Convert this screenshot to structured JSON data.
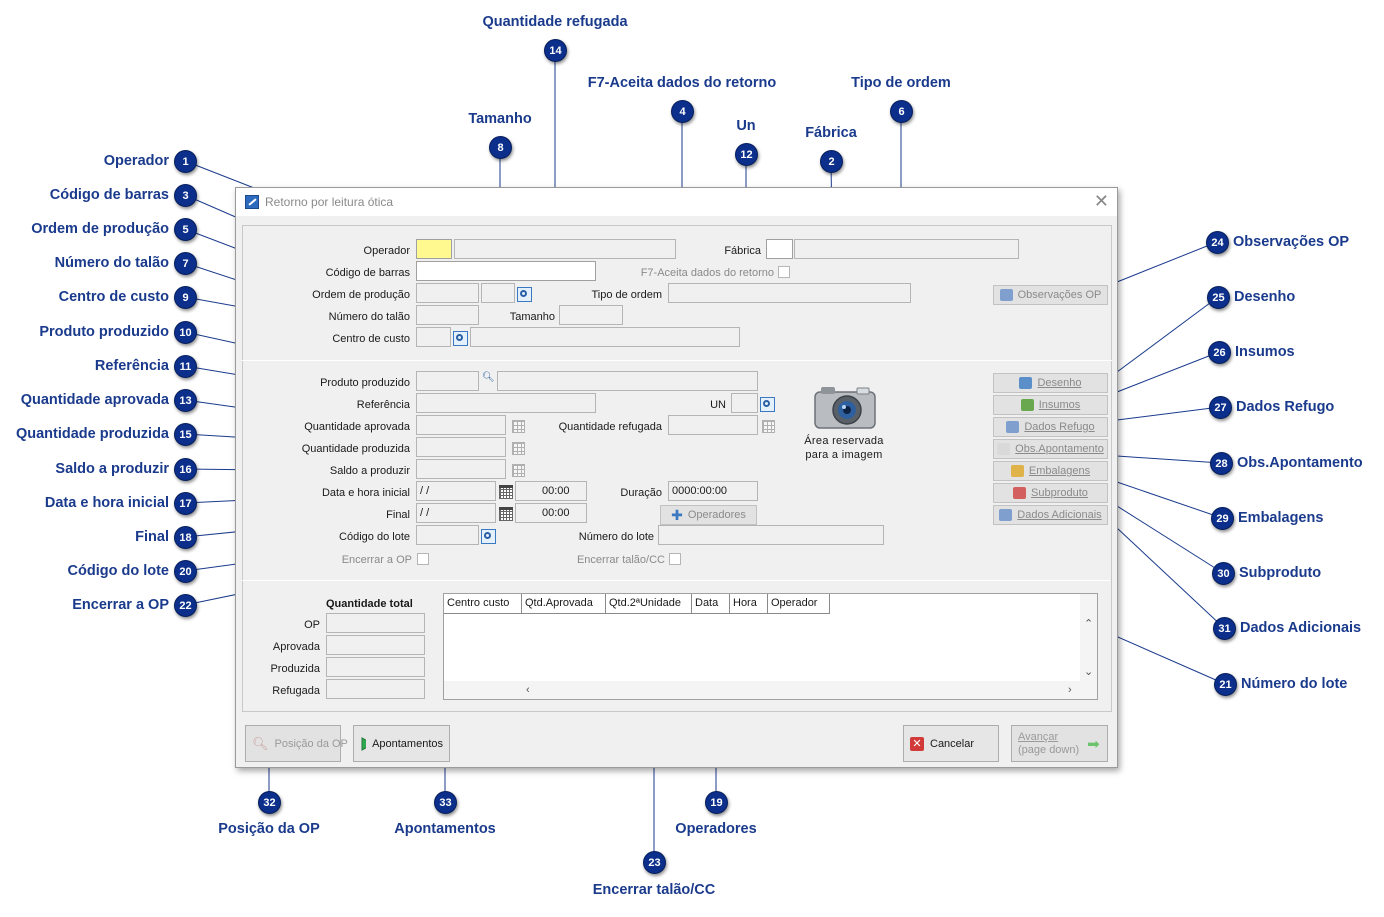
{
  "window": {
    "title": "Retorno por leitura ótica",
    "close_glyph": "✕",
    "header": {
      "operador_label": "Operador",
      "operador_value": "",
      "operador_name": "",
      "fabrica_label": "Fábrica",
      "codigo_barras_label": "Código de barras",
      "codigo_barras_value": "",
      "f7_label": "F7-Aceita dados do retorno",
      "ordem_producao_label": "Ordem de produção",
      "tipo_ordem_label": "Tipo de ordem",
      "numero_talao_label": "Número do talão",
      "tamanho_label": "Tamanho",
      "centro_custo_label": "Centro de custo",
      "observacoes_op_button": "Observações OP"
    },
    "production": {
      "produto_produzido_label": "Produto produzido",
      "referencia_label": "Referência",
      "un_label": "UN",
      "quantidade_aprovada_label": "Quantidade aprovada",
      "quantidade_refugada_label": "Quantidade refugada",
      "quantidade_produzida_label": "Quantidade produzida",
      "saldo_produzir_label": "Saldo a produzir",
      "data_hora_inicial_label": "Data e hora inicial",
      "data_inicial_value": " / /",
      "hora_inicial_value": "00:00",
      "duracao_label": "Duração",
      "duracao_value": "0000:00:00",
      "final_label": "Final",
      "data_final_value": " / /",
      "hora_final_value": "00:00",
      "operadores_button": "Operadores",
      "codigo_lote_label": "Código do lote",
      "numero_lote_label": "Número do lote",
      "encerrar_op_label": "Encerrar a OP",
      "encerrar_talao_label": "Encerrar talão/CC",
      "image_area_line1": "Área reservada",
      "image_area_line2": "para a imagem"
    },
    "side_buttons": [
      {
        "label": "Desenho",
        "icon": "drawing-icon",
        "color": "#5b8fc9"
      },
      {
        "label": "Insumos",
        "icon": "insumos-icon",
        "color": "#6aa84f"
      },
      {
        "label": "Dados Refugo",
        "icon": "refugo-icon",
        "color": "#7f9fcf"
      },
      {
        "label": "Obs.Apontamento",
        "icon": "note-icon",
        "color": "#d9d9d9"
      },
      {
        "label": "Embalagens",
        "icon": "box-icon",
        "color": "#e0b24a"
      },
      {
        "label": "Subproduto",
        "icon": "subproduct-icon",
        "color": "#d45f5f"
      },
      {
        "label": "Dados Adicionais",
        "icon": "edit-icon",
        "color": "#7f9fcf"
      }
    ],
    "totals": {
      "title": "Quantidade total",
      "op_label": "OP",
      "aprovada_label": "Aprovada",
      "produzida_label": "Produzida",
      "refugada_label": "Refugada"
    },
    "grid": {
      "columns": [
        "Centro custo",
        "Qtd.Aprovada",
        "Qtd.2ªUnidade",
        "Data",
        "Hora",
        "Operador"
      ]
    },
    "footer": {
      "posicao_op_button": "Posição da OP",
      "apontamentos_button": "Apontamentos",
      "cancelar_button": "Cancelar",
      "avancar_line1": "Avançar",
      "avancar_line2": "(page down)"
    }
  },
  "callouts": [
    {
      "n": "1",
      "text": "Operador"
    },
    {
      "n": "2",
      "text": "Fábrica"
    },
    {
      "n": "3",
      "text": "Código de barras"
    },
    {
      "n": "4",
      "text": "F7-Aceita dados do retorno"
    },
    {
      "n": "5",
      "text": "Ordem de produção"
    },
    {
      "n": "6",
      "text": "Tipo de ordem"
    },
    {
      "n": "7",
      "text": "Número do talão"
    },
    {
      "n": "8",
      "text": "Tamanho"
    },
    {
      "n": "9",
      "text": "Centro de custo"
    },
    {
      "n": "10",
      "text": "Produto produzido"
    },
    {
      "n": "11",
      "text": "Referência"
    },
    {
      "n": "12",
      "text": "Un"
    },
    {
      "n": "13",
      "text": "Quantidade aprovada"
    },
    {
      "n": "14",
      "text": "Quantidade refugada"
    },
    {
      "n": "15",
      "text": "Quantidade produzida"
    },
    {
      "n": "16",
      "text": "Saldo a produzir"
    },
    {
      "n": "17",
      "text": "Data e hora inicial"
    },
    {
      "n": "18",
      "text": "Final"
    },
    {
      "n": "19",
      "text": "Operadores"
    },
    {
      "n": "20",
      "text": "Código do lote"
    },
    {
      "n": "21",
      "text": "Número do lote"
    },
    {
      "n": "22",
      "text": "Encerrar a OP"
    },
    {
      "n": "23",
      "text": "Encerrar talão/CC"
    },
    {
      "n": "24",
      "text": "Observações OP"
    },
    {
      "n": "25",
      "text": "Desenho"
    },
    {
      "n": "26",
      "text": "Insumos"
    },
    {
      "n": "27",
      "text": "Dados Refugo"
    },
    {
      "n": "28",
      "text": "Obs.Apontamento"
    },
    {
      "n": "29",
      "text": "Embalagens"
    },
    {
      "n": "30",
      "text": "Subproduto"
    },
    {
      "n": "31",
      "text": "Dados Adicionais"
    },
    {
      "n": "32",
      "text": "Posição da OP"
    },
    {
      "n": "33",
      "text": "Apontamentos"
    }
  ]
}
